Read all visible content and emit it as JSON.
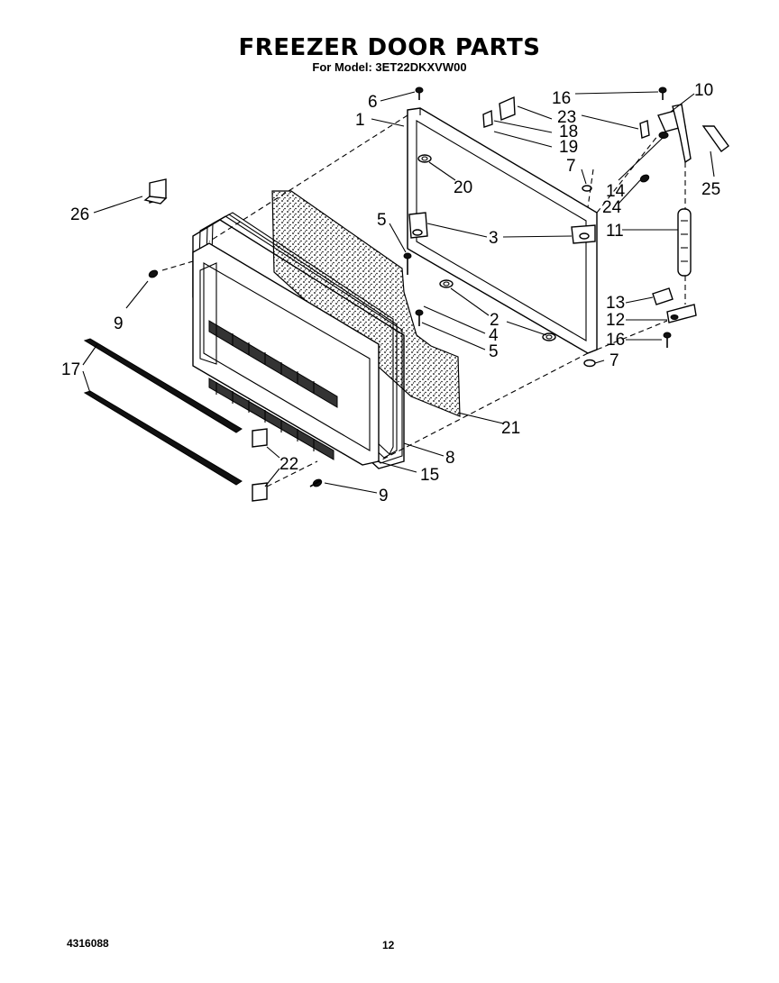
{
  "header": {
    "title": "FREEZER DOOR PARTS",
    "model_line": "For Model: 3ET22DKXVW00"
  },
  "footer": {
    "doc_number": "4316088",
    "page_number": "12"
  },
  "callouts": [
    "1",
    "2",
    "3",
    "4",
    "5",
    "5",
    "6",
    "7",
    "7",
    "8",
    "9",
    "9",
    "10",
    "11",
    "12",
    "13",
    "14",
    "15",
    "16",
    "16",
    "17",
    "18",
    "19",
    "20",
    "21",
    "22",
    "23",
    "24",
    "25",
    "26"
  ]
}
